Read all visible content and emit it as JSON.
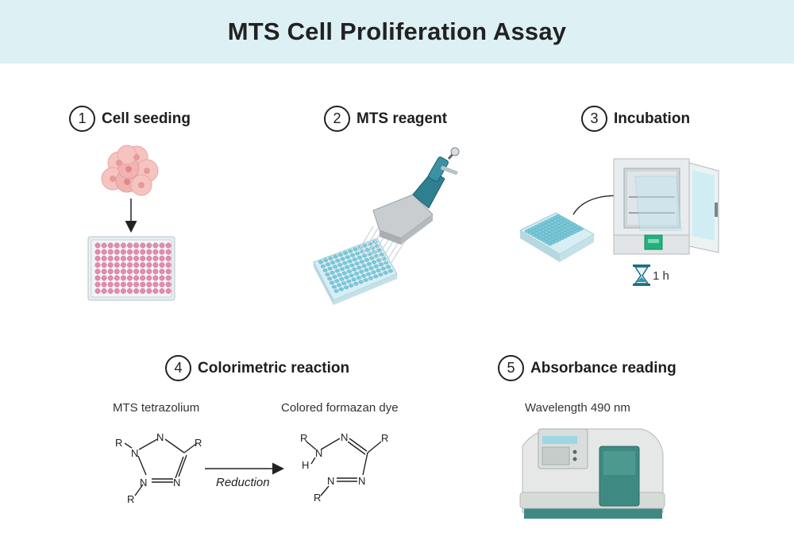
{
  "title": "MTS Cell Proliferation Assay",
  "steps": [
    {
      "number": "1",
      "label": "Cell seeding"
    },
    {
      "number": "2",
      "label": "MTS reagent"
    },
    {
      "number": "3",
      "label": "Incubation"
    },
    {
      "number": "4",
      "label": "Colorimetric reaction"
    },
    {
      "number": "5",
      "label": "Absorbance reading"
    }
  ],
  "incubation_time": "1 h",
  "reaction": {
    "reactant_label": "MTS tetrazolium",
    "product_label": "Colored formazan dye",
    "arrow_label": "Reduction",
    "atom_R": "R",
    "atom_N": "N",
    "atom_H": "H"
  },
  "absorbance": {
    "wavelength_label": "Wavelength 490 nm"
  },
  "colors": {
    "header_bg": "#ddf0f4",
    "well_pink": "#e58bb0",
    "well_blue": "#7cc8d8",
    "pipette_teal": "#2e7f90",
    "incubator_green": "#23b07f",
    "spectro_teal": "#3e8a82"
  },
  "icons": [
    "cell-cluster-icon",
    "well-plate-icon",
    "multichannel-pipette-icon",
    "incubator-icon",
    "hourglass-icon",
    "spectrophotometer-icon"
  ]
}
